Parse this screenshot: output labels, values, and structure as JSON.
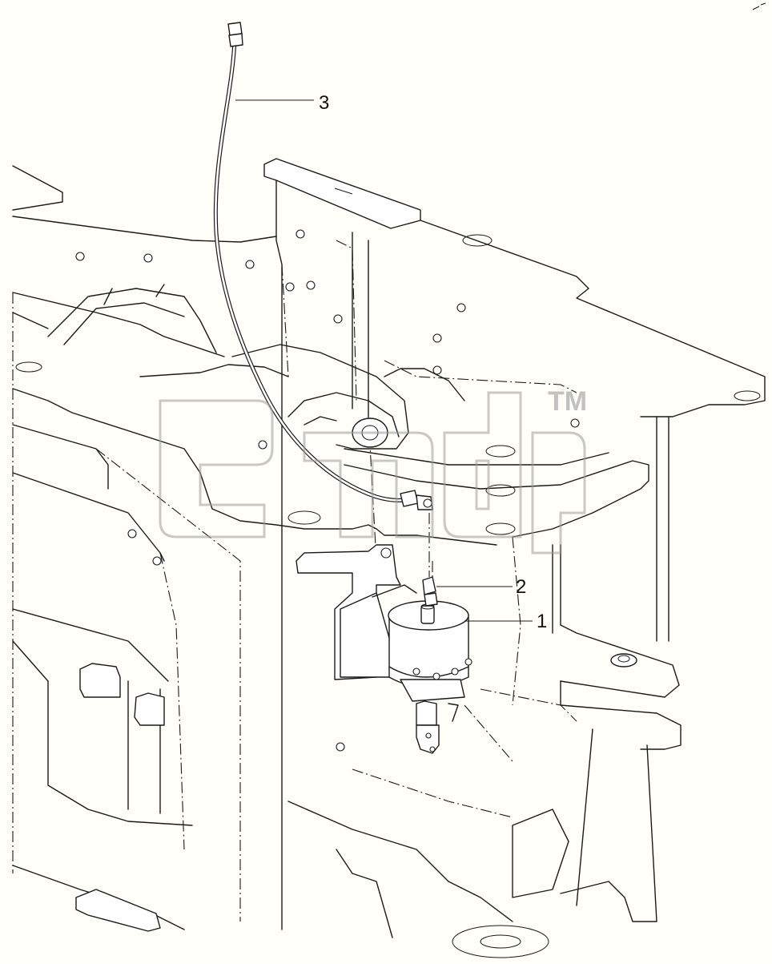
{
  "diagram": {
    "callouts": [
      {
        "id": "1",
        "label": "1"
      },
      {
        "id": "2",
        "label": "2"
      },
      {
        "id": "3",
        "label": "3"
      }
    ],
    "watermark": {
      "trademark": "TM"
    }
  }
}
